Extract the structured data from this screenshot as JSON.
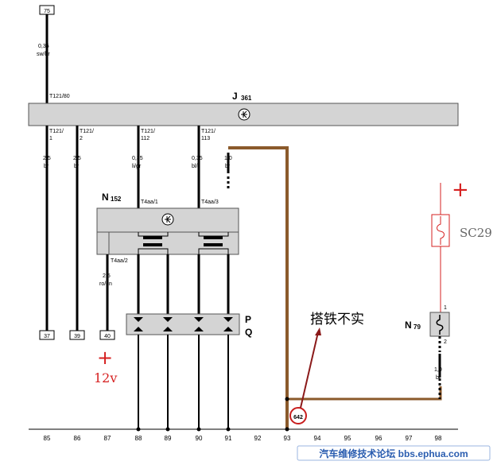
{
  "top_terminal": "75",
  "top_wire": {
    "size": "0,35",
    "color": "sw/br",
    "pin": "T121/80"
  },
  "module_j": {
    "name": "J",
    "sub": "361"
  },
  "module_n": {
    "name": "N",
    "sub": "152"
  },
  "relay_n79": {
    "name": "N",
    "sub": "79",
    "pin1": "1",
    "pin2": "2"
  },
  "pq_labels": {
    "p": "P",
    "q": "Q"
  },
  "wires": [
    {
      "pin_top": "T121/",
      "pin_bot": "1",
      "size": "2,5",
      "color": "br"
    },
    {
      "pin_top": "T121/",
      "pin_bot": "2",
      "size": "2,5",
      "color": "br"
    },
    {
      "pin_top": "T121/",
      "pin_bot": "112",
      "size": "0,35",
      "color": "li/gr",
      "pin_n": "T4aa/1"
    },
    {
      "pin_top": "T121/",
      "pin_bot": "113",
      "size": "0,35",
      "color": "bl/li",
      "pin_n": "T4aa/3"
    },
    {
      "size": "1,0",
      "color": "br"
    }
  ],
  "n_left_wire": {
    "pin": "T4aa/2",
    "size": "2,5",
    "color": "ro/gn"
  },
  "n79_wire": {
    "size": "1,0",
    "color": "br"
  },
  "bottom_terminals": [
    "37",
    "39",
    "40"
  ],
  "ground_label": "642",
  "plus_symbol": "+",
  "voltage_label": "12v",
  "annotation": "搭铁不实",
  "fuse_label": "SC29",
  "axis_numbers": [
    "85",
    "86",
    "87",
    "88",
    "89",
    "90",
    "91",
    "92",
    "93",
    "94",
    "95",
    "96",
    "97",
    "98"
  ],
  "footer_text": "汽车维修技术论坛 bbs.ephua.com"
}
